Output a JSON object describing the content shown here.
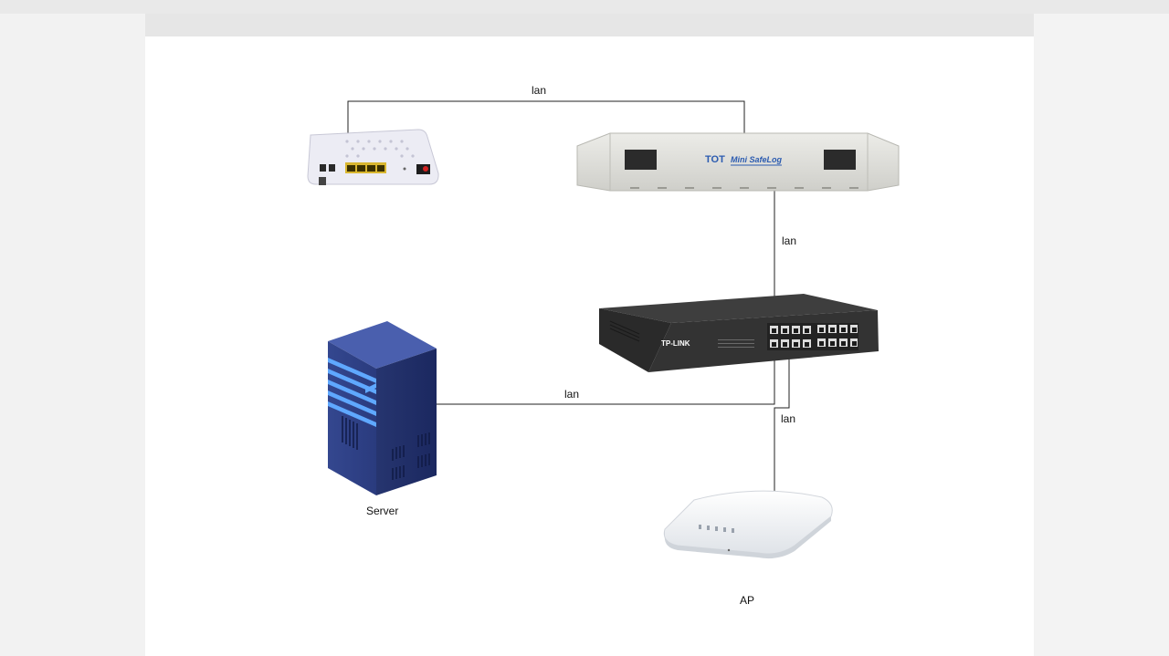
{
  "connections": [
    {
      "from": "modem",
      "to": "safelog",
      "label": "lan"
    },
    {
      "from": "safelog",
      "to": "switch",
      "label": "lan"
    },
    {
      "from": "server",
      "to": "switch",
      "label": "lan"
    },
    {
      "from": "switch",
      "to": "access-point",
      "label": "lan"
    }
  ],
  "devices": {
    "server": {
      "label": "Server"
    },
    "access_point": {
      "label": "AP"
    },
    "safelog": {
      "brand": "TOT",
      "model": "Mini SafeLog"
    },
    "switch": {
      "brand": "TP-LINK"
    }
  }
}
